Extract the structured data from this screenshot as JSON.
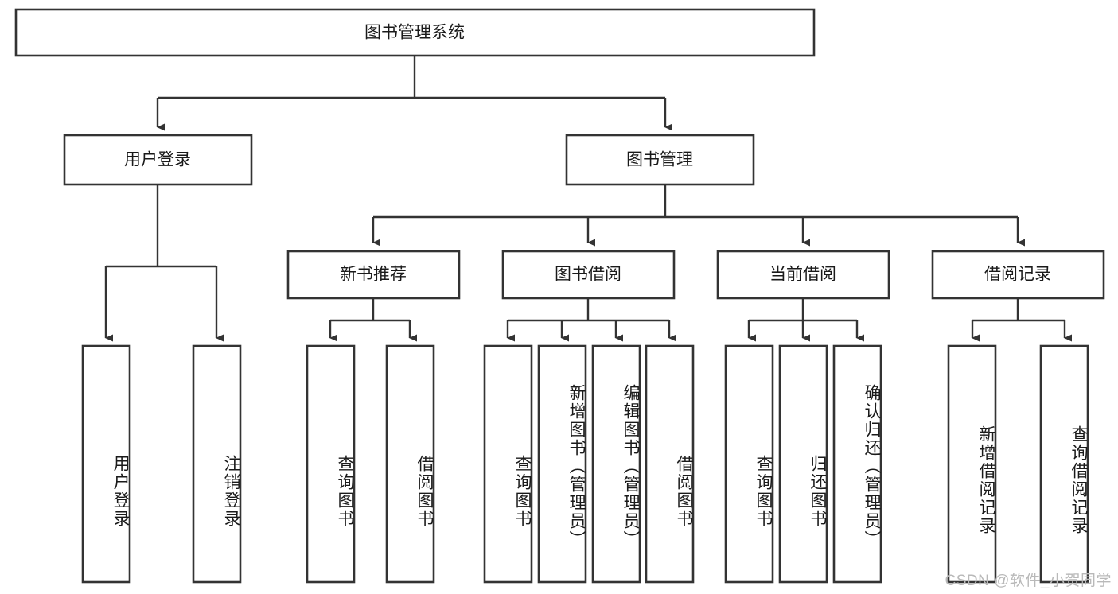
{
  "diagram": {
    "type": "tree-hierarchy-chart",
    "title_node": {
      "label": "图书管理系统"
    },
    "level2": [
      {
        "id": "user-login",
        "label": "用户登录"
      },
      {
        "id": "book-management",
        "label": "图书管理"
      }
    ],
    "level3": [
      {
        "id": "new-book-recommend",
        "label": "新书推荐",
        "parent": "book-management"
      },
      {
        "id": "book-borrow",
        "label": "图书借阅",
        "parent": "book-management"
      },
      {
        "id": "current-borrow",
        "label": "当前借阅",
        "parent": "book-management"
      },
      {
        "id": "borrow-record",
        "label": "借阅记录",
        "parent": "book-management"
      }
    ],
    "leaves": [
      {
        "id": "leaf-user-login",
        "label": "用户登录",
        "parent": "user-login"
      },
      {
        "id": "leaf-logout",
        "label": "注销登录",
        "parent": "user-login"
      },
      {
        "id": "leaf-query-book-1",
        "label": "查询图书",
        "parent": "new-book-recommend"
      },
      {
        "id": "leaf-borrow-book-1",
        "label": "借阅图书",
        "parent": "new-book-recommend"
      },
      {
        "id": "leaf-query-book-2",
        "label": "查询图书",
        "parent": "book-borrow"
      },
      {
        "id": "leaf-add-book",
        "label": "新增图书（管理员）",
        "parent": "book-borrow"
      },
      {
        "id": "leaf-edit-book",
        "label": "编辑图书（管理员）",
        "parent": "book-borrow"
      },
      {
        "id": "leaf-borrow-book-2",
        "label": "借阅图书",
        "parent": "book-borrow"
      },
      {
        "id": "leaf-query-book-3",
        "label": "查询图书",
        "parent": "current-borrow"
      },
      {
        "id": "leaf-return-book",
        "label": "归还图书",
        "parent": "current-borrow"
      },
      {
        "id": "leaf-confirm-return",
        "label": "确认归还（管理员）",
        "parent": "current-borrow"
      },
      {
        "id": "leaf-add-record",
        "label": "新增借阅记录",
        "parent": "borrow-record"
      },
      {
        "id": "leaf-query-record",
        "label": "查询借阅记录",
        "parent": "borrow-record"
      }
    ],
    "colors": {
      "stroke": "#333333",
      "fill": "#ffffff",
      "text": "#1a1a1a",
      "watermark": "#b9b9b9"
    }
  },
  "watermark": {
    "text": "CSDN @软件_小贺同学"
  }
}
